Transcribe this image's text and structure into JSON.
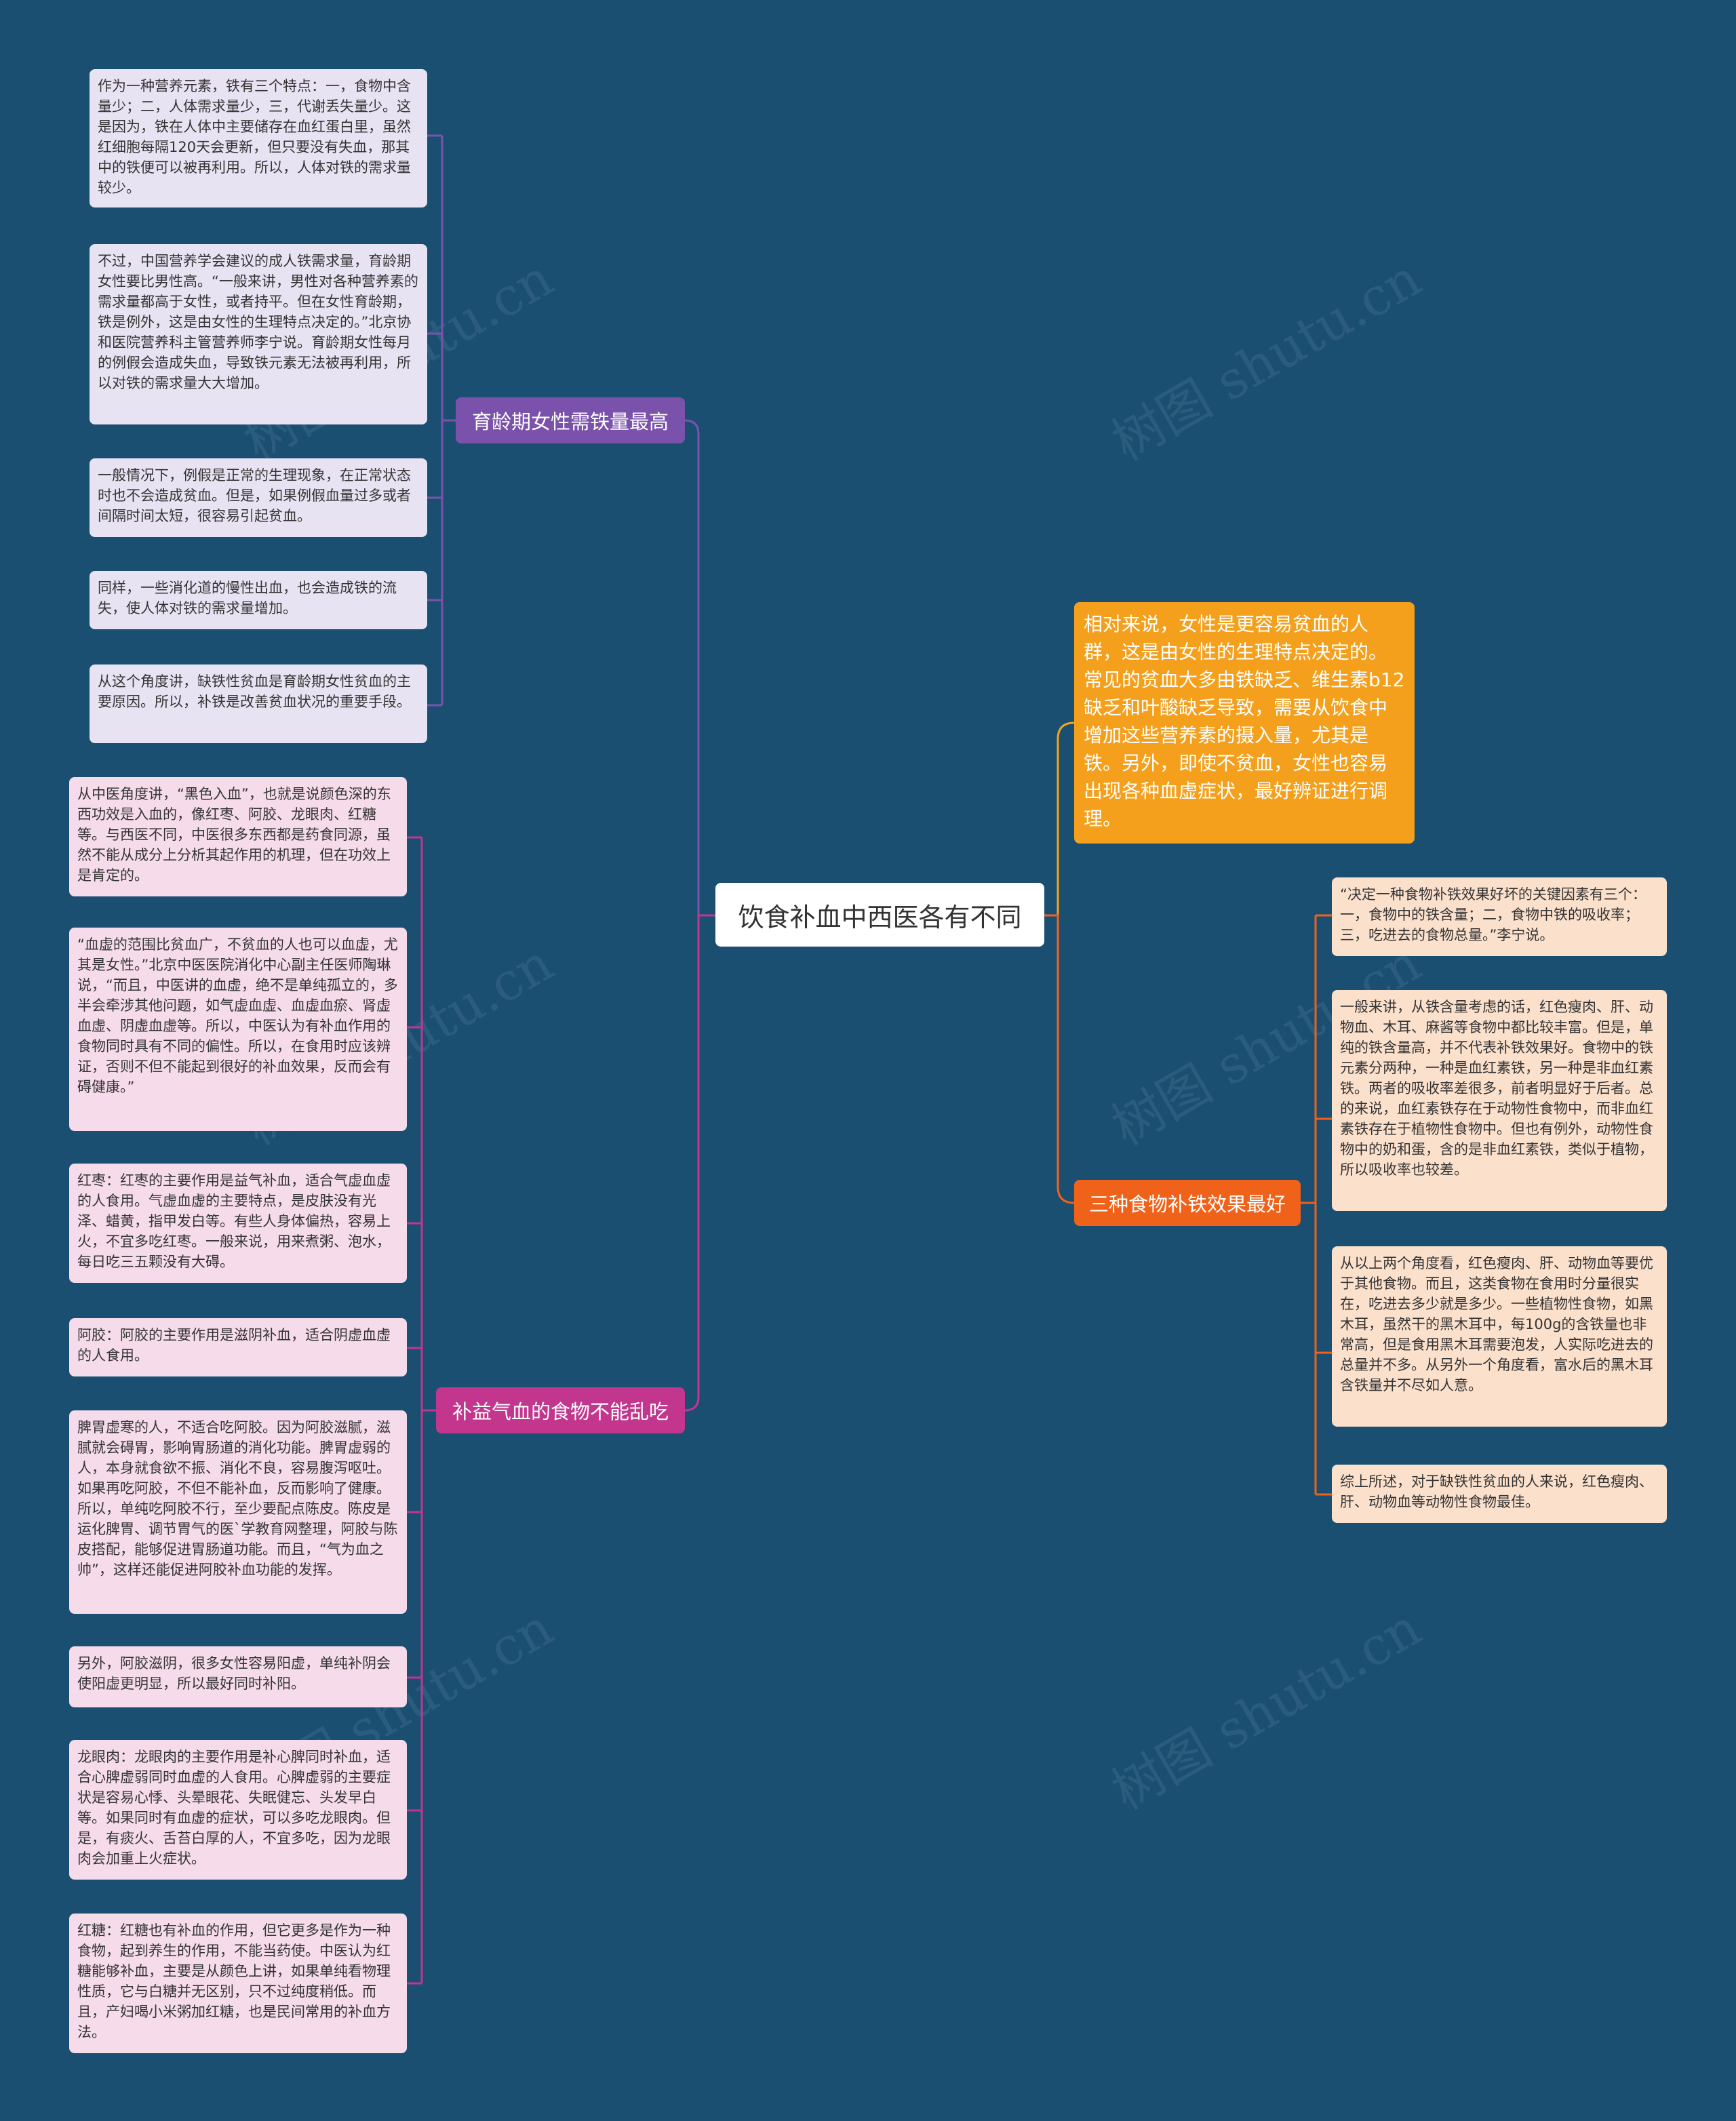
{
  "watermark": "树图 shutu.cn",
  "center": "饮食补血中西医各有不同",
  "intro": "相对来说，女性是更容易贫血的人群，这是由女性的生理特点决定的。常见的贫血大多由铁缺乏、维生素b12缺乏和叶酸缺乏导致，需要从饮食中增加这些营养素的摄入量，尤其是铁。另外，即使不贫血，女性也容易出现各种血虚症状，最好辨证进行调理。",
  "branches": {
    "b1": {
      "label": "育龄期女性需铁量最高",
      "color": "#7b52ab",
      "leaves": [
        "作为一种营养元素，铁有三个特点：一，食物中含量少；二，人体需求量少，三，代谢丢失量少。这是因为，铁在人体中主要储存在血红蛋白里，虽然红细胞每隔120天会更新，但只要没有失血，那其中的铁便可以被再利用。所以，人体对铁的需求量较少。",
        "不过，中国营养学会建议的成人铁需求量，育龄期女性要比男性高。“一般来讲，男性对各种营养素的需求量都高于女性，或者持平。但在女性育龄期，铁是例外，这是由女性的生理特点决定的。”北京协和医院营养科主管营养师李宁说。育龄期女性每月的例假会造成失血，导致铁元素无法被再利用，所以对铁的需求量大大增加。",
        "一般情况下，例假是正常的生理现象，在正常状态时也不会造成贫血。但是，如果例假血量过多或者间隔时间太短，很容易引起贫血。",
        "同样，一些消化道的慢性出血，也会造成铁的流失，使人体对铁的需求量增加。",
        "从这个角度讲，缺铁性贫血是育龄期女性贫血的主要原因。所以，补铁是改善贫血状况的重要手段。"
      ]
    },
    "b2": {
      "label": "补益气血的食物不能乱吃",
      "color": "#c2368e",
      "leaves": [
        "从中医角度讲，“黑色入血”，也就是说颜色深的东西功效是入血的，像红枣、阿胶、龙眼肉、红糖等。与西医不同，中医很多东西都是药食同源，虽然不能从成分上分析其起作用的机理，但在功效上是肯定的。",
        "“血虚的范围比贫血广，不贫血的人也可以血虚，尤其是女性。”北京中医医院消化中心副主任医师陶琳说，“而且，中医讲的血虚，绝不是单纯孤立的，多半会牵涉其他问题，如气虚血虚、血虚血瘀、肾虚血虚、阴虚血虚等。所以，中医认为有补血作用的食物同时具有不同的偏性。所以，在食用时应该辨证，否则不但不能起到很好的补血效果，反而会有碍健康。”",
        "红枣：红枣的主要作用是益气补血，适合气虚血虚的人食用。气虚血虚的主要特点，是皮肤没有光泽、蜡黄，指甲发白等。有些人身体偏热，容易上火，不宜多吃红枣。一般来说，用来煮粥、泡水，每日吃三五颗没有大碍。",
        "阿胶：阿胶的主要作用是滋阴补血，适合阴虚血虚的人食用。",
        "脾胃虚寒的人，不适合吃阿胶。因为阿胶滋腻，滋腻就会碍胃，影响胃肠道的消化功能。脾胃虚弱的人，本身就食欲不振、消化不良，容易腹泻呕吐。如果再吃阿胶，不但不能补血，反而影响了健康。所以，单纯吃阿胶不行，至少要配点陈皮。陈皮是运化脾胃、调节胃气的医`学教育网整理，阿胶与陈皮搭配，能够促进胃肠道功能。而且，“气为血之帅”，这样还能促进阿胶补血功能的发挥。",
        "另外，阿胶滋阴，很多女性容易阳虚，单纯补阴会使阳虚更明显，所以最好同时补阳。",
        "龙眼肉：龙眼肉的主要作用是补心脾同时补血，适合心脾虚弱同时血虚的人食用。心脾虚弱的主要症状是容易心悸、头晕眼花、失眠健忘、头发早白等。如果同时有血虚的症状，可以多吃龙眼肉。但是，有痰火、舌苔白厚的人，不宜多吃，因为龙眼肉会加重上火症状。",
        "红糖：红糖也有补血的作用，但它更多是作为一种食物，起到养生的作用，不能当药使。中医认为红糖能够补血，主要是从颜色上讲，如果单纯看物理性质，它与白糖并无区别，只不过纯度稍低。而且，产妇喝小米粥加红糖，也是民间常用的补血方法。"
      ]
    },
    "b3": {
      "label": "三种食物补铁效果最好",
      "color": "#f0621a",
      "leaves": [
        "“决定一种食物补铁效果好坏的关键因素有三个：一，食物中的铁含量；二，食物中铁的吸收率；三，吃进去的食物总量。”李宁说。",
        "一般来讲，从铁含量考虑的话，红色瘦肉、肝、动物血、木耳、麻酱等食物中都比较丰富。但是，单纯的铁含量高，并不代表补铁效果好。食物中的铁元素分两种，一种是血红素铁，另一种是非血红素铁。两者的吸收率差很多，前者明显好于后者。总的来说，血红素铁存在于动物性食物中，而非血红素铁存在于植物性食物中。但也有例外，动物性食物中的奶和蛋，含的是非血红素铁，类似于植物，所以吸收率也较差。",
        "从以上两个角度看，红色瘦肉、肝、动物血等要优于其他食物。而且，这类食物在食用时分量很实在，吃进去多少就是多少。一些植物性食物，如黑木耳，虽然干的黑木耳中，每100g的含铁量也非常高，但是食用黑木耳需要泡发，人实际吃进去的总量并不多。从另外一个角度看，富水后的黑木耳含铁量并不尽如人意。",
        "综上所述，对于缺铁性贫血的人来说，红色瘦肉、肝、动物血等动物性食物最佳。"
      ]
    }
  }
}
